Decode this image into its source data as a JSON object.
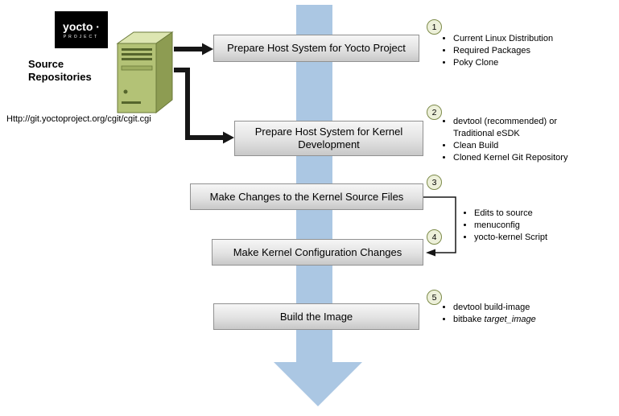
{
  "logo": {
    "wordmark": "yocto ·",
    "subtext": "PROJECT"
  },
  "source_repo": {
    "label": "Source\nRepositories",
    "url": "Http://git.yoctoproject.org/cgit/cgit.cgi"
  },
  "colors": {
    "flow_arrow_blue": "#abc7e3",
    "box_gradient_top": "#f6f6f6",
    "box_gradient_bottom": "#c8c8c8",
    "box_border": "#919191",
    "circle_fill": "#edf0da",
    "circle_border": "#7d8b4a",
    "server_green_front": "#b3c276",
    "server_green_side": "#8d9c52",
    "logo_background": "#000000",
    "connector_black": "#161616"
  },
  "steps": [
    {
      "num": "1",
      "title": "Prepare Host System for Yocto Project",
      "bullets": [
        "Current Linux Distribution",
        "Required Packages",
        "Poky Clone"
      ]
    },
    {
      "num": "2",
      "title": "Prepare Host System for Kernel Development",
      "bullets": [
        "devtool (recommended) or Traditional eSDK",
        "Clean Build",
        "Cloned Kernel Git Repository"
      ]
    },
    {
      "num": "3",
      "title": "Make Changes to the Kernel Source Files",
      "bullets": []
    },
    {
      "num": "4",
      "title": "Make Kernel Configuration Changes",
      "bullets": [
        "Edits to source",
        "menuconfig",
        "yocto-kernel Script"
      ]
    },
    {
      "num": "5",
      "title": "Build the Image",
      "bullets": [
        "devtool build-image"
      ],
      "last_bullet": {
        "prefix": "bitbake ",
        "italic": "target_image"
      }
    }
  ]
}
